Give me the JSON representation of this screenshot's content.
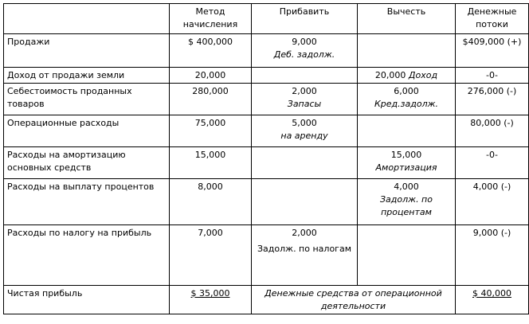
{
  "header": {
    "label": "",
    "method": "Метод начисления",
    "add": "Прибавить",
    "subtract": "Вычесть",
    "cashflow": "Денежные потоки"
  },
  "rows": [
    {
      "label": "Продажи",
      "method": "$ 400,000",
      "add_value": "9,000",
      "add_note": "Деб. задолж.",
      "sub_value": "",
      "sub_note": "",
      "cashflow": "$409,000 (+)"
    },
    {
      "label": "Доход от продажи земли",
      "method": "20,000",
      "add_value": "",
      "add_note": "",
      "sub_value": "20,000",
      "sub_note": "Доход",
      "cashflow": "-0-"
    },
    {
      "label": "Себестоимость проданных товаров",
      "method": "280,000",
      "add_value": "2,000",
      "add_note": "Запасы",
      "sub_value": "6,000",
      "sub_note": "Кред.задолж.",
      "cashflow": "276,000 (-)"
    },
    {
      "label": "Операционные расходы",
      "method": "75,000",
      "add_value": "5,000",
      "add_note": "на аренду",
      "sub_value": "",
      "sub_note": "",
      "cashflow": "80,000 (-)"
    },
    {
      "label": "Расходы на амортизацию основных средств",
      "method": "15,000",
      "add_value": "",
      "add_note": "",
      "sub_value": "15,000",
      "sub_note": "Амортизация",
      "cashflow": "-0-"
    },
    {
      "label": "Расходы на выплату процентов",
      "method": "8,000",
      "add_value": "",
      "add_note": "",
      "sub_value": "4,000",
      "sub_note": "Задолж. по процентам",
      "cashflow": "4,000 (-)"
    },
    {
      "label": "Расходы по налогу на прибыль",
      "method": "7,000",
      "add_value": "2,000",
      "add_note": "Задолж. по налогам",
      "sub_value": "",
      "sub_note": "",
      "cashflow": "9,000 (-)"
    }
  ],
  "total": {
    "label": "Чистая прибыль",
    "method": "$ 35,000",
    "middle": "Денежные средства от операционной деятельности",
    "cashflow": "$ 40,000"
  }
}
